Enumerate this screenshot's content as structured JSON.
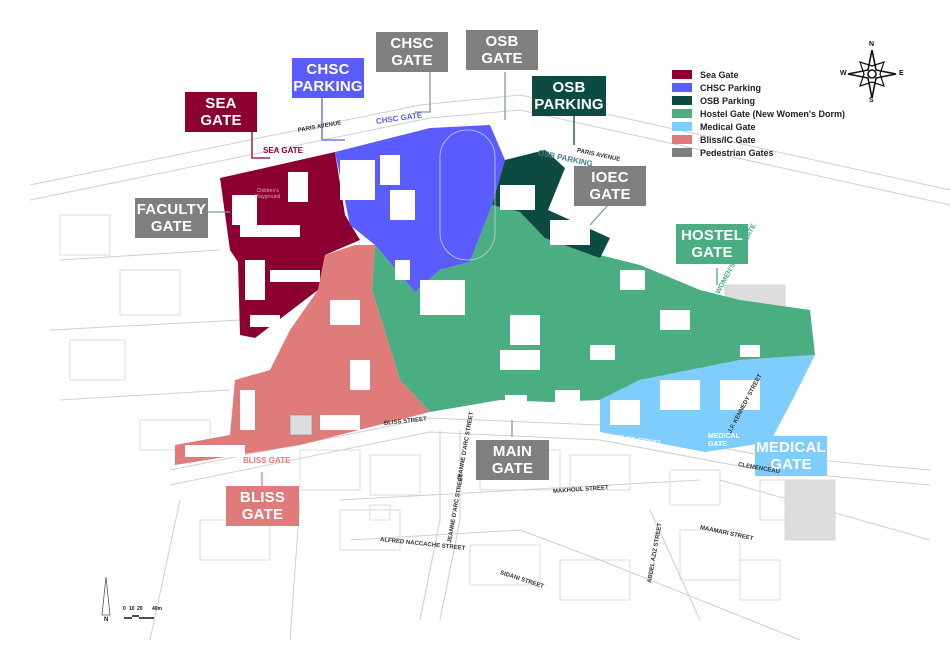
{
  "legend": {
    "items": [
      {
        "label": "Sea Gate",
        "color": "#8b0031"
      },
      {
        "label": "CHSC Parking",
        "color": "#5b5cff"
      },
      {
        "label": "OSB Parking",
        "color": "#0d4a42"
      },
      {
        "label": "Hostel Gate (New Women's Dorm)",
        "color": "#4aae82"
      },
      {
        "label": "Medical Gate",
        "color": "#7fcdfc"
      },
      {
        "label": "Bliss/IC Gate",
        "color": "#e07b7b"
      },
      {
        "label": "Pedestrian Gates",
        "color": "#7f7f7f"
      }
    ]
  },
  "compass": {
    "n": "N",
    "s": "S",
    "e": "E",
    "w": "W"
  },
  "gates": {
    "sea": "SEA\nGATE",
    "chsc_parking": "CHSC\nPARKING",
    "chsc_gate": "CHSC\nGATE",
    "osb_gate": "OSB\nGATE",
    "osb_parking": "OSB\nPARKING",
    "ioec": "IOEC\nGATE",
    "faculty": "FACULTY\nGATE",
    "hostel": "HOSTEL\nGATE",
    "main": "MAIN\nGATE",
    "medical": "MEDICAL\nGATE",
    "bliss": "BLISS\nGATE"
  },
  "map_labels": {
    "sea_gate": "SEA GATE",
    "chsc_gate": "CHSC GATE",
    "osb_parking": "OSB PARKING",
    "bliss_gate": "BLISS GATE",
    "medical_gate": "MEDICAL\nGATE",
    "womens_dorm": "WOMEN'S DORM GATE",
    "playground": "Children's\nPlayground"
  },
  "streets": {
    "paris1": "PARIS AVENUE",
    "paris2": "PARIS AVENUE",
    "bliss1": "BLISS STREET",
    "bliss2": "BLISS STREET",
    "jeanne1": "JEANNE D'ARC STREET",
    "jeanne2": "JEANNE D'ARC STREET",
    "makhoul": "MAKHOUL STREET",
    "sidani": "SIDANI STREET",
    "alfred": "ALFRED NACCACHE STREET",
    "abdel": "ABDEL AZIZ STREET",
    "maamari": "MAAMARI STREET",
    "kennedy": "J.F. KENNEDY STREET",
    "clemenceau": "CLEMENCEAU"
  },
  "scale": {
    "ticks": [
      "0",
      "10",
      "20",
      "40m"
    ],
    "north": "N"
  }
}
